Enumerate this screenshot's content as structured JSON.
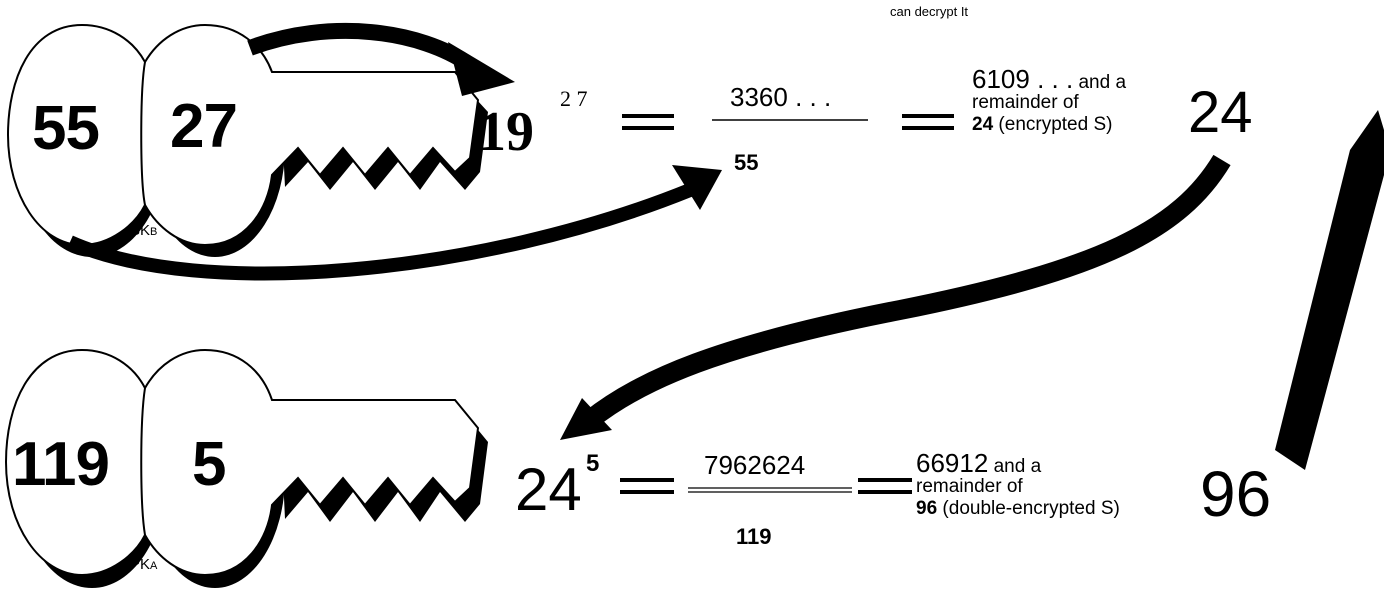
{
  "caption": "can decrypt It",
  "top": {
    "key": {
      "left": "55",
      "right": "27",
      "label_main": "SK",
      "label_sub": "B"
    },
    "base": "19",
    "exponent": "2 7",
    "numerator": "3360 . . .",
    "denominator": "55",
    "result_line1_num": "6109 . . .",
    "result_line1_tail": " and a",
    "result_line2": "remainder of",
    "result_line3_bold": "24",
    "result_line3_rest": " (encrypted S)",
    "result_value": "24"
  },
  "bottom": {
    "key": {
      "left": "119",
      "right": "5",
      "label_main": "PK",
      "label_sub": "A"
    },
    "base": "24",
    "exponent": "5",
    "numerator": "7962624",
    "denominator": "119",
    "result_line1_num": "66912",
    "result_line1_tail": " and a",
    "result_line2": "remainder of",
    "result_line3_bold": "96",
    "result_line3_rest": " (double-encrypted S)",
    "result_value": "96"
  },
  "colors": {
    "ink": "#000000",
    "paper": "#ffffff"
  }
}
